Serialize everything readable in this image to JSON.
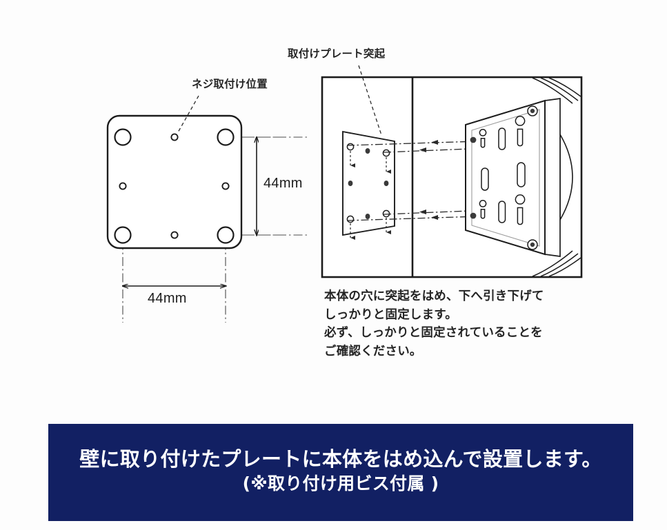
{
  "document": {
    "type": "installation-diagram",
    "subject": "wall mount plate",
    "background_color": "#fdfdfd"
  },
  "diagram": {
    "left_view": {
      "title_note": "front view of mounting plate",
      "labels": {
        "screw_position": "ネジ取付け位置"
      },
      "dimensions": {
        "vertical": "44mm",
        "horizontal": "44mm"
      },
      "hole_counts": {
        "large_corner_holes": 4,
        "small_screw_holes": 4
      }
    },
    "right_view": {
      "labels": {
        "plate_boss": "取付けプレート突起"
      },
      "elements": {
        "wall": "wall surface",
        "plate": "mounting plate with bosses",
        "body": "device body with keyhole slots",
        "keyhole_slots": 4,
        "straight_slots": 2,
        "screws": 2
      }
    },
    "instructions": [
      "本体の穴に突起をはめ、下へ引き下げて",
      "しっかりと固定します。",
      "必ず、しっかりと固定されていることを",
      "ご確認ください。"
    ]
  },
  "banner": {
    "background_color": "#122063",
    "text_color": "#ffffff",
    "lines": [
      "壁に取り付けたプレートに本体をはめ込んで設置します。",
      "(※取り付け用ビス付属 )"
    ]
  }
}
